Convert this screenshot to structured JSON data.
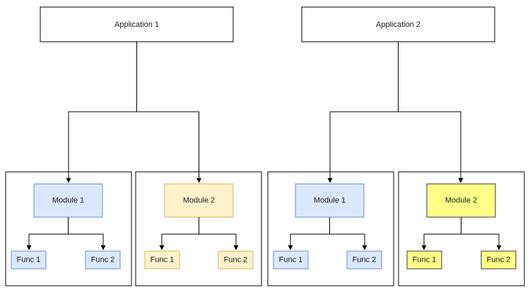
{
  "applications": [
    {
      "label": "Application 1",
      "modules": [
        {
          "label": "Module 1",
          "funcs": [
            "Func 1",
            "Func 2"
          ],
          "fill": "#dae8fc",
          "stroke": "#6c8ebf"
        },
        {
          "label": "Module 2",
          "funcs": [
            "Func 1",
            "Func 2"
          ],
          "fill": "#fff2cc",
          "stroke": "#d6b656"
        }
      ]
    },
    {
      "label": "Application 2",
      "modules": [
        {
          "label": "Module 1",
          "funcs": [
            "Func 1",
            "Func 2"
          ],
          "fill": "#dae8fc",
          "stroke": "#6c8ebf"
        },
        {
          "label": "Module 2",
          "funcs": [
            "Func 1",
            "Func 2"
          ],
          "fill": "#ffff88",
          "stroke": "#36393d"
        }
      ]
    }
  ],
  "colors": {
    "app_fill": "#ffffff",
    "app_stroke": "#000000",
    "container_stroke": "#000000",
    "edge": "#000000"
  }
}
